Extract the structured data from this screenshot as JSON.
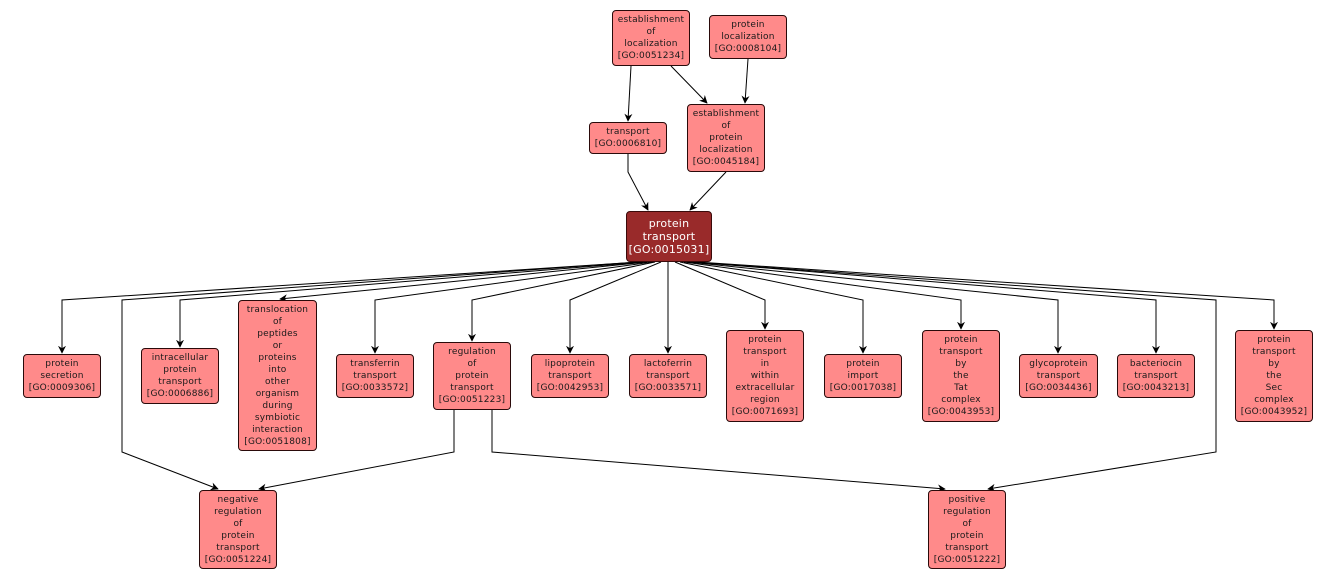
{
  "graph": {
    "title": "GO term graph: protein transport",
    "colors": {
      "node_fill": "#ff8a8a",
      "focus_fill": "#992a2a",
      "edge": "#000000",
      "background": "#ffffff"
    },
    "nodes": [
      {
        "id": "GO:0051234",
        "lines": [
          "establishment",
          "of",
          "localization"
        ],
        "go": "[GO:0051234]"
      },
      {
        "id": "GO:0008104",
        "lines": [
          "protein",
          "localization"
        ],
        "go": "[GO:0008104]"
      },
      {
        "id": "GO:0006810",
        "lines": [
          "transport"
        ],
        "go": "[GO:0006810]"
      },
      {
        "id": "GO:0045184",
        "lines": [
          "establishment",
          "of",
          "protein",
          "localization"
        ],
        "go": "[GO:0045184]"
      },
      {
        "id": "GO:0015031",
        "lines": [
          "protein",
          "transport"
        ],
        "go": "[GO:0015031]",
        "focus": true
      },
      {
        "id": "GO:0009306",
        "lines": [
          "protein",
          "secretion"
        ],
        "go": "[GO:0009306]"
      },
      {
        "id": "GO:0006886",
        "lines": [
          "intracellular",
          "protein",
          "transport"
        ],
        "go": "[GO:0006886]"
      },
      {
        "id": "GO:0051808",
        "lines": [
          "translocation",
          "of",
          "peptides",
          "or",
          "proteins",
          "into",
          "other",
          "organism",
          "during",
          "symbiotic",
          "interaction"
        ],
        "go": "[GO:0051808]"
      },
      {
        "id": "GO:0033572",
        "lines": [
          "transferrin",
          "transport"
        ],
        "go": "[GO:0033572]"
      },
      {
        "id": "GO:0051223",
        "lines": [
          "regulation",
          "of",
          "protein",
          "transport"
        ],
        "go": "[GO:0051223]"
      },
      {
        "id": "GO:0042953",
        "lines": [
          "lipoprotein",
          "transport"
        ],
        "go": "[GO:0042953]"
      },
      {
        "id": "GO:0033571",
        "lines": [
          "lactoferrin",
          "transport"
        ],
        "go": "[GO:0033571]"
      },
      {
        "id": "GO:0071693",
        "lines": [
          "protein",
          "transport",
          "in",
          "within",
          "extracellular",
          "region"
        ],
        "go": "[GO:0071693]"
      },
      {
        "id": "GO:0017038",
        "lines": [
          "protein",
          "import"
        ],
        "go": "[GO:0017038]"
      },
      {
        "id": "GO:0043953",
        "lines": [
          "protein",
          "transport",
          "by",
          "the",
          "Tat",
          "complex"
        ],
        "go": "[GO:0043953]"
      },
      {
        "id": "GO:0034436",
        "lines": [
          "glycoprotein",
          "transport"
        ],
        "go": "[GO:0034436]"
      },
      {
        "id": "GO:0043213",
        "lines": [
          "bacteriocin",
          "transport"
        ],
        "go": "[GO:0043213]"
      },
      {
        "id": "GO:0043952",
        "lines": [
          "protein",
          "transport",
          "by",
          "the",
          "Sec",
          "complex"
        ],
        "go": "[GO:0043952]"
      },
      {
        "id": "GO:0051224",
        "lines": [
          "negative",
          "regulation",
          "of",
          "protein",
          "transport"
        ],
        "go": "[GO:0051224]"
      },
      {
        "id": "GO:0051222",
        "lines": [
          "positive",
          "regulation",
          "of",
          "protein",
          "transport"
        ],
        "go": "[GO:0051222]"
      }
    ],
    "edges": [
      {
        "from": "GO:0051234",
        "to": "GO:0006810"
      },
      {
        "from": "GO:0051234",
        "to": "GO:0045184"
      },
      {
        "from": "GO:0008104",
        "to": "GO:0045184"
      },
      {
        "from": "GO:0006810",
        "to": "GO:0015031"
      },
      {
        "from": "GO:0045184",
        "to": "GO:0015031"
      },
      {
        "from": "GO:0015031",
        "to": "GO:0009306"
      },
      {
        "from": "GO:0015031",
        "to": "GO:0006886"
      },
      {
        "from": "GO:0015031",
        "to": "GO:0051808"
      },
      {
        "from": "GO:0015031",
        "to": "GO:0033572"
      },
      {
        "from": "GO:0015031",
        "to": "GO:0051223"
      },
      {
        "from": "GO:0015031",
        "to": "GO:0042953"
      },
      {
        "from": "GO:0015031",
        "to": "GO:0033571"
      },
      {
        "from": "GO:0015031",
        "to": "GO:0071693"
      },
      {
        "from": "GO:0015031",
        "to": "GO:0017038"
      },
      {
        "from": "GO:0015031",
        "to": "GO:0043953"
      },
      {
        "from": "GO:0015031",
        "to": "GO:0034436"
      },
      {
        "from": "GO:0015031",
        "to": "GO:0043213"
      },
      {
        "from": "GO:0015031",
        "to": "GO:0043952"
      },
      {
        "from": "GO:0015031",
        "to": "GO:0051224"
      },
      {
        "from": "GO:0015031",
        "to": "GO:0051222"
      },
      {
        "from": "GO:0051223",
        "to": "GO:0051224"
      },
      {
        "from": "GO:0051223",
        "to": "GO:0051222"
      }
    ]
  }
}
